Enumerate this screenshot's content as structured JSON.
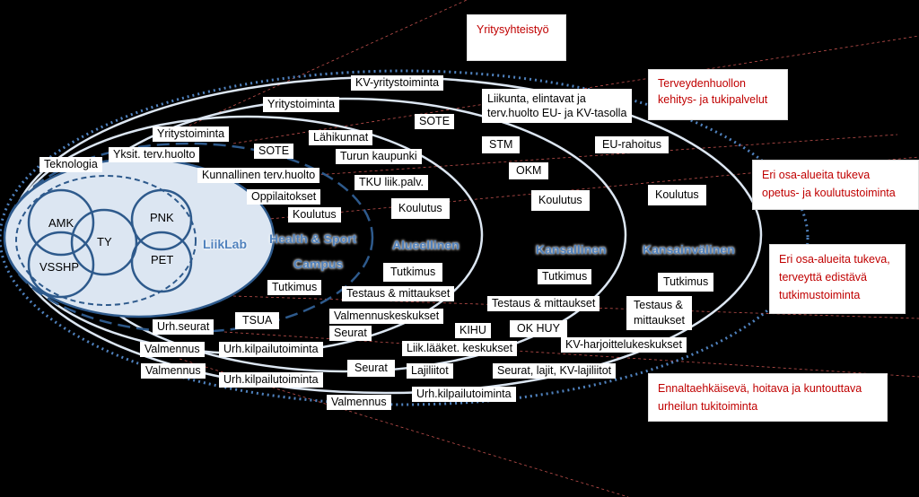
{
  "core": {
    "circles": [
      "AMK",
      "TY",
      "VSSHP",
      "PNK",
      "PET"
    ],
    "center": "LiikLab"
  },
  "zones": {
    "campus_line1": "Health & Sport",
    "campus_line2": "Campus",
    "regional": "Alueellinen",
    "national": "Kansallinen",
    "international": "Kansainvälinen"
  },
  "boxes": {
    "kv_yritystoiminta": "KV-yritystoiminta",
    "yritystoiminta_1": "Yritystoiminta",
    "yritystoiminta_2": "Yritystoiminta",
    "liikunta_line1": "Liikunta, elintavat ja",
    "liikunta_line2": "terv.huolto EU- ja KV-tasolla",
    "sote_1": "SOTE",
    "sote_2": "SOTE",
    "lahikunnat": "Lähikunnat",
    "turun_kaupunki": "Turun kaupunki",
    "stm": "STM",
    "eu_rahoitus": "EU-rahoitus",
    "okm": "OKM",
    "teknologia": "Teknologia",
    "yksit_terv": "Yksit. terv.huolto",
    "kunnallinen": "Kunnallinen terv.huolto",
    "tku_liik": "TKU liik.palv.",
    "oppilaitokset": "Oppilaitokset",
    "koulutus_1": "Koulutus",
    "koulutus_2": "Koulutus",
    "koulutus_3": "Koulutus",
    "koulutus_4": "Koulutus",
    "tutkimus_1": "Tutkimus",
    "tutkimus_2": "Tutkimus",
    "tutkimus_3": "Tutkimus",
    "tutkimus_4": "Tutkimus",
    "testaus_1": "Testaus & mittaukset",
    "testaus_2": "Testaus & mittaukset",
    "testaus_3_line1": "Testaus &",
    "testaus_3_line2": "mittaukset",
    "valmennuskeskukset": "Valmennuskeskukset",
    "urh_seurat": "Urh.seurat",
    "tsua": "TSUA",
    "seurat_1": "Seurat",
    "seurat_2": "Seurat",
    "kihu": "KIHU",
    "ok_huy": "OK HUY",
    "valmennus_1": "Valmennus",
    "valmennus_2": "Valmennus",
    "valmennus_3": "Valmennus",
    "urh_kilp_1": "Urh.kilpailutoiminta",
    "urh_kilp_2": "Urh.kilpailutoiminta",
    "urh_kilp_3": "Urh.kilpailutoiminta",
    "liik_laak": "Liik.lääket. keskukset",
    "kv_harjoittelu": "KV-harjoittelukeskukset",
    "lailiitot": "Lajiliitot",
    "seurat_laji": "Seurat, lajit, KV-lajiliitot"
  },
  "callouts": {
    "yritysyhteistyo": "Yritysyhteistyö",
    "terveydenhuolto_line1": "Terveydenhuollon",
    "terveydenhuolto_line2": "kehitys- ja tukipalvelut",
    "opetus_line1": "Eri osa-alueita tukeva",
    "opetus_line2": "opetus- ja koulutustoiminta",
    "tutkimus_line1": "Eri osa-alueita tukeva,",
    "tutkimus_line2": "terveyttä edistävä",
    "tutkimus_line3": "tutkimustoiminta",
    "urheilu_line1": "Ennaltaehkäisevä, hoitava ja kuntouttava",
    "urheilu_line2": "urheilun tukitoiminta"
  },
  "colors": {
    "background": "#000000",
    "ellipse_stroke": "#dce6f2",
    "inner_fill": "#dce6f2",
    "dark_blue": "#2e5a8c",
    "zone_text": "#4f81bd",
    "callout_text": "#c00000",
    "guide_line": "#c0504d"
  }
}
